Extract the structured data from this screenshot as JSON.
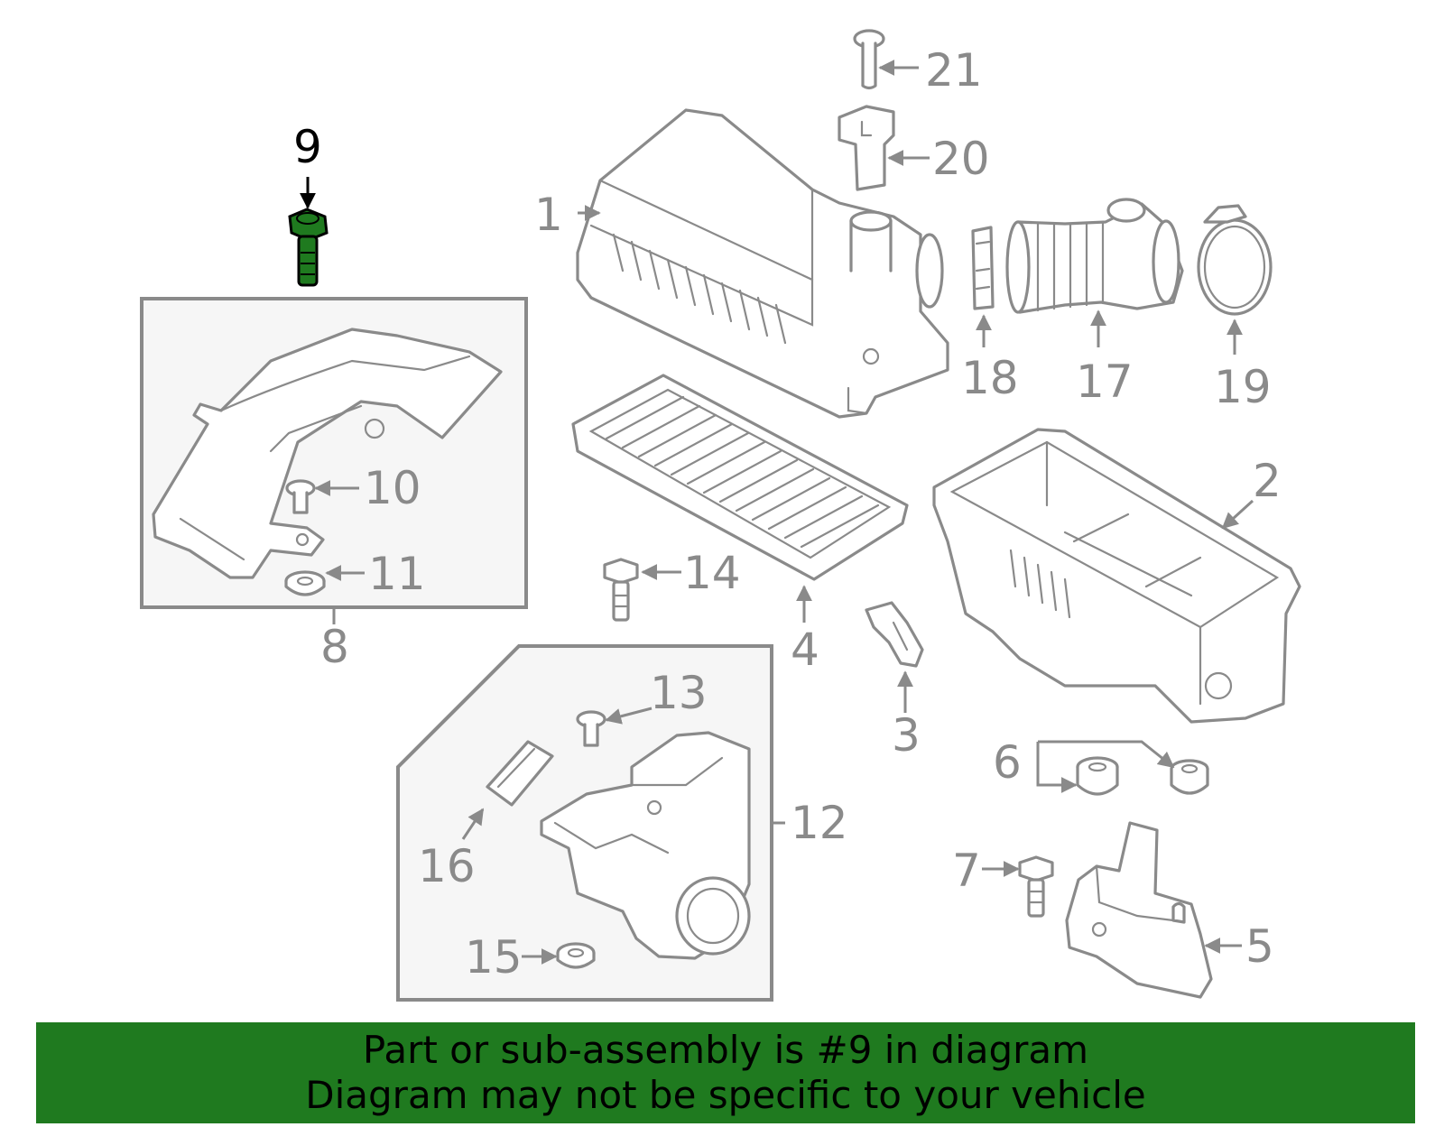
{
  "diagram": {
    "highlight_color": "#1f7a1f",
    "line_color": "#8a8a8a",
    "labels": [
      "1",
      "2",
      "3",
      "4",
      "5",
      "6",
      "7",
      "8",
      "9",
      "10",
      "11",
      "12",
      "13",
      "14",
      "15",
      "16",
      "17",
      "18",
      "19",
      "20",
      "21"
    ],
    "highlighted_part": "9"
  },
  "banner": {
    "line1": "Part or sub-assembly is #9 in diagram",
    "line2": "Diagram may not be specific to your vehicle"
  }
}
